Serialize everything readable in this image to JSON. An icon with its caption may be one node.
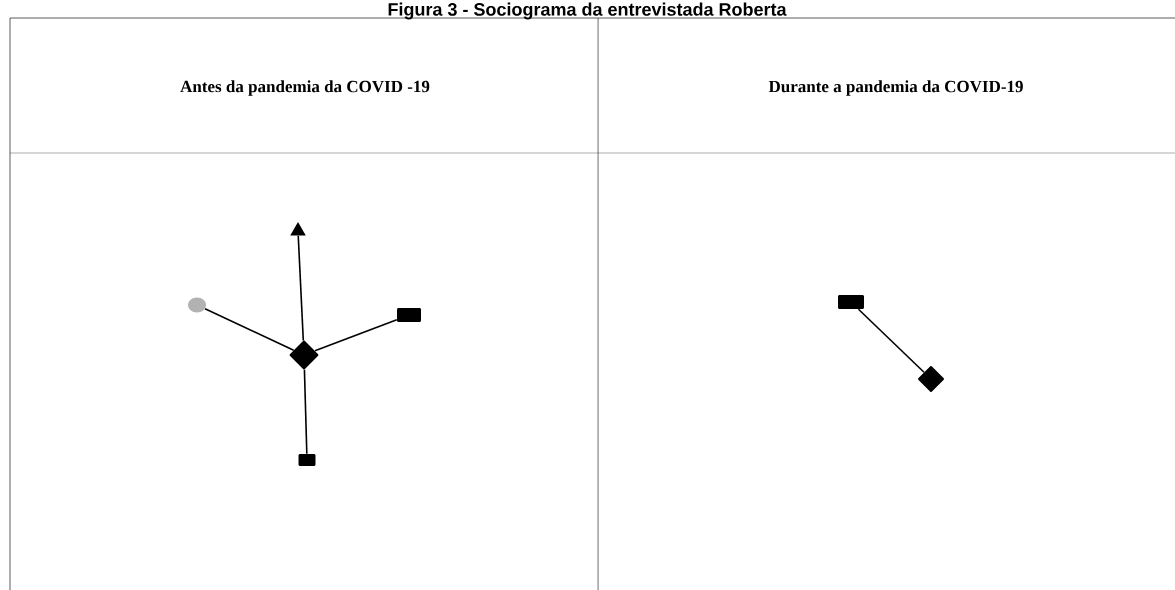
{
  "diagram": {
    "title": "Figura 3 - Sociograma da entrevistada Roberta",
    "nodes": [
      {
        "text": [],
        "shape": "triangle"
      },
      {
        "text": [],
        "shape": "circle"
      },
      {
        "text": [],
        "shape": "box"
      },
      {
        "text": [],
        "shape": "diamond"
      },
      {
        "text": [],
        "shape": "box"
      },
      {
        "text": [],
        "shape": "box"
      },
      {
        "text": [],
        "shape": "diamond"
      }
    ],
    "edges": [
      {
        "from": 3,
        "to": 0,
        "arrow": "none"
      },
      {
        "from": 3,
        "to": 1,
        "arrow": "none"
      },
      {
        "from": 3,
        "to": 2,
        "arrow": "none"
      },
      {
        "from": 3,
        "to": 4,
        "arrow": "none"
      },
      {
        "from": 5,
        "to": 6,
        "arrow": "none"
      }
    ],
    "labels": [
      "Antes da pandemia da COVID -19",
      "Durante a pandemia da COVID-19"
    ]
  }
}
